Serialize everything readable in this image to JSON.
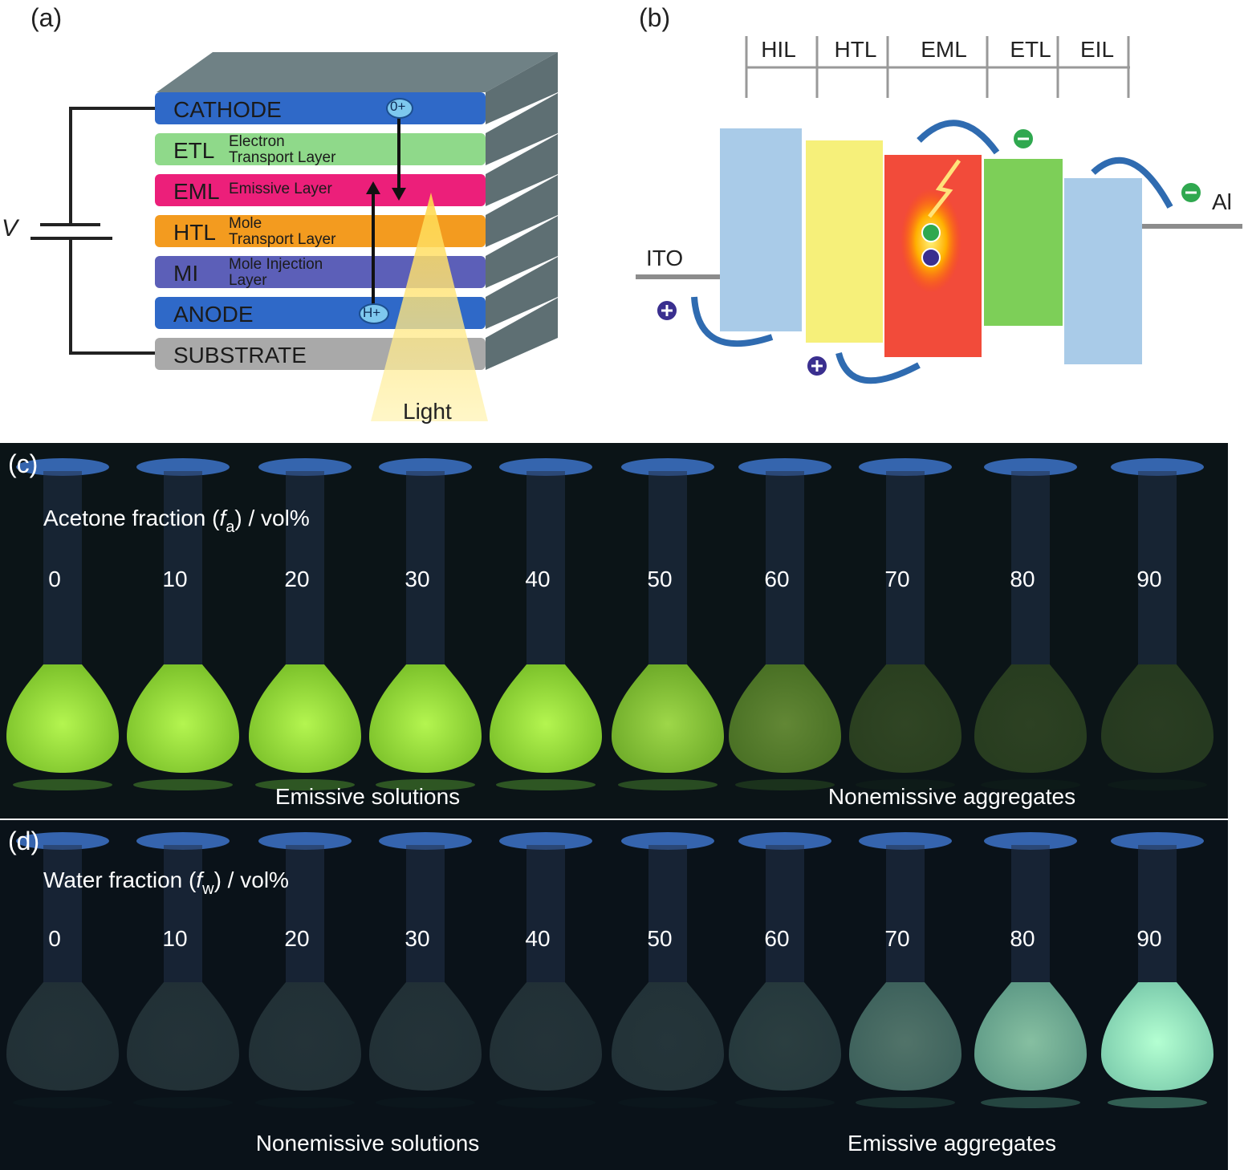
{
  "panels": {
    "a": {
      "label": "(a)",
      "voltage": "V",
      "light": "Light",
      "layers": [
        {
          "abbr": "CATHODE",
          "desc1": "",
          "desc2": "",
          "color": "#2f69c8"
        },
        {
          "abbr": "ETL",
          "desc1": "Electron",
          "desc2": "Transport Layer",
          "color": "#8fd98a"
        },
        {
          "abbr": "EML",
          "desc1": "Emissive Layer",
          "desc2": "",
          "color": "#ec1f7a"
        },
        {
          "abbr": "HTL",
          "desc1": "Mole",
          "desc2": "Transport Layer",
          "color": "#f39b1f"
        },
        {
          "abbr": "MI",
          "desc1": "Mole Injection",
          "desc2": "Layer",
          "color": "#5c5fb8"
        },
        {
          "abbr": "ANODE",
          "desc1": "",
          "desc2": "",
          "color": "#2f69c8"
        },
        {
          "abbr": "SUBSTRATE",
          "desc1": "",
          "desc2": "",
          "color": "#a9a9a9"
        }
      ],
      "electron_label": "0+",
      "hole_label": "H+"
    },
    "b": {
      "label": "(b)",
      "layer_labels": [
        "HIL",
        "HTL",
        "EML",
        "ETL",
        "EIL"
      ],
      "left_electrode": "ITO",
      "right_electrode": "Al",
      "colors": [
        "#a9cbe8",
        "#f6f07a",
        "#f24b3a",
        "#7dcf58",
        "#a9cbe8"
      ]
    },
    "c": {
      "label": "(c)",
      "title_prefix": "Acetone fraction (",
      "title_var": "f",
      "title_sub": "a",
      "title_suffix": ") / vol%",
      "fractions": [
        "0",
        "10",
        "20",
        "30",
        "40",
        "50",
        "60",
        "70",
        "80",
        "90"
      ],
      "caption_left": "Emissive solutions",
      "caption_right": "Nonemissive aggregates",
      "glow": [
        1.0,
        1.0,
        1.0,
        1.0,
        1.0,
        0.85,
        0.45,
        0.12,
        0.1,
        0.08
      ]
    },
    "d": {
      "label": "(d)",
      "title_prefix": "Water fraction (",
      "title_var": "f",
      "title_sub": "w",
      "title_suffix": ") / vol%",
      "fractions": [
        "0",
        "10",
        "20",
        "30",
        "40",
        "50",
        "60",
        "70",
        "80",
        "90"
      ],
      "caption_left": "Nonemissive solutions",
      "caption_right": "Emissive aggregates",
      "glow": [
        0.05,
        0.05,
        0.05,
        0.05,
        0.05,
        0.06,
        0.1,
        0.35,
        0.7,
        1.0
      ]
    }
  }
}
